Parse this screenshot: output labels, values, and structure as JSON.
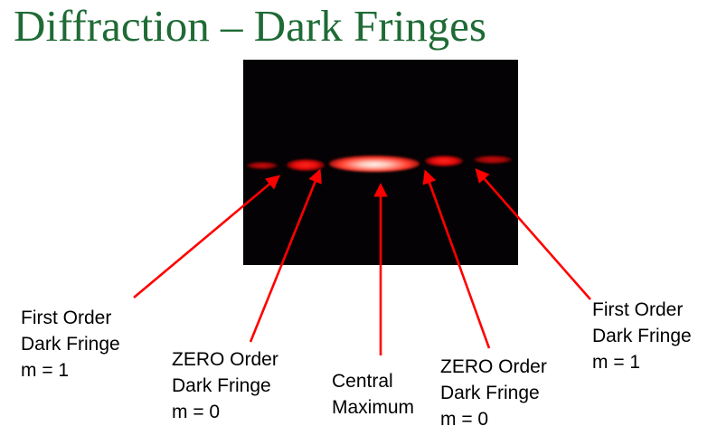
{
  "slide": {
    "title": "Diffraction – Dark Fringes",
    "title_color": "#1f6b35",
    "arrow_color": "#ff0000"
  },
  "photo": {
    "description": "single-slit diffraction pattern with red laser light on black background",
    "spots": [
      "second-left",
      "first-left",
      "central-maximum",
      "first-right",
      "second-right"
    ]
  },
  "labels": {
    "first_order_left": {
      "line1": "First Order",
      "line2": "Dark Fringe",
      "line3": "m = 1"
    },
    "zero_order_left": {
      "line1": "ZERO Order",
      "line2": "Dark Fringe",
      "line3": "m = 0"
    },
    "central": {
      "line1": "Central",
      "line2": "Maximum"
    },
    "zero_order_right": {
      "line1": "ZERO Order",
      "line2": "Dark Fringe",
      "line3": "m = 0"
    },
    "first_order_right": {
      "line1": "First Order",
      "line2": "Dark Fringe",
      "line3": "m = 1"
    }
  }
}
